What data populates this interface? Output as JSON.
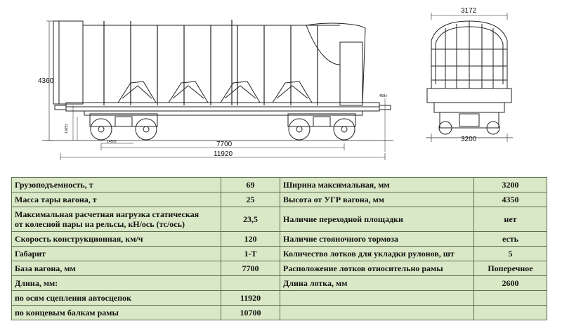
{
  "drawing": {
    "dims": {
      "side_height": "4360",
      "side_base": "7700",
      "side_length": "11920",
      "end_top_width": "3172",
      "end_bottom_width": "3200",
      "small_left": "1065±",
      "small_left2": "1450±",
      "small_right": "458±·"
    }
  },
  "specs": {
    "rows": [
      {
        "l_label": "Грузоподъемность, т",
        "l_value": "69",
        "r_label": "Ширина максимальная, мм",
        "r_value": "3200"
      },
      {
        "l_label": "Масса тары вагона, т",
        "l_value": "25",
        "r_label": "Высота от УГР вагона, мм",
        "r_value": "4350"
      },
      {
        "l_label": "Максимальная расчетная нагрузка статическая",
        "l_label2": "от колесной пары  на рельсы, кН/ось (тс/ось)",
        "l_value": "23,5",
        "r_label": "Наличие переходной площадки",
        "r_value": "нет"
      },
      {
        "l_label": "Скорость конструкционная, км/ч",
        "l_value": "120",
        "r_label": "Наличие стояночного тормоза",
        "r_value": "есть"
      },
      {
        "l_label": "Габарит",
        "l_value": "1-Т",
        "r_label": "Количество лотков для укладки рулонов, шт",
        "r_value": "5"
      },
      {
        "l_label": "База вагона, мм",
        "l_value": "7700",
        "r_label": "Расположение лотков относительно рамы",
        "r_value": "Поперечное"
      },
      {
        "l_label": "Длина, мм:",
        "l_value": "",
        "r_label": "Длина лотка, мм",
        "r_value": "2600"
      },
      {
        "l_label": "по осям сцепления автосцепок",
        "l_value": "11920",
        "r_label": "",
        "r_value": ""
      },
      {
        "l_label": "по концевым балкам рамы",
        "l_value": "10700",
        "r_label": "",
        "r_value": ""
      }
    ]
  }
}
